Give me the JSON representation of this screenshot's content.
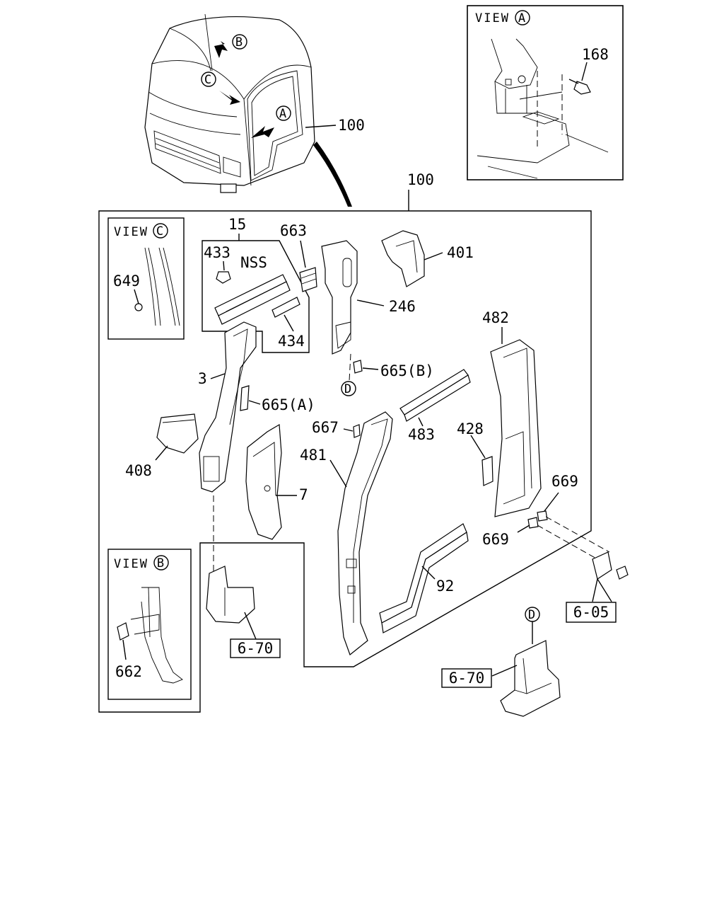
{
  "views": {
    "a": {
      "prefix": "VIEW",
      "letter": "A"
    },
    "b": {
      "prefix": "VIEW",
      "letter": "B"
    },
    "c": {
      "prefix": "VIEW",
      "letter": "C"
    },
    "d": {
      "letter": "D"
    }
  },
  "cab_markers": {
    "a": "A",
    "b": "B",
    "c": "C"
  },
  "parts": {
    "p100_top": "100",
    "p100_main": "100",
    "p168": "168",
    "p15": "15",
    "p663": "663",
    "p401": "401",
    "p433": "433",
    "nss": "NSS",
    "p649": "649",
    "p246": "246",
    "p434": "434",
    "p482": "482",
    "p665b": "665(B)",
    "p3": "3",
    "p665a": "665(A)",
    "p667": "667",
    "p483": "483",
    "p428": "428",
    "p481": "481",
    "p408": "408",
    "p7": "7",
    "p669a": "669",
    "p669b": "669",
    "p92": "92",
    "p662": "662"
  },
  "refs": {
    "r605": "6-05",
    "r670_left": "6-70",
    "r670_right": "6-70"
  }
}
